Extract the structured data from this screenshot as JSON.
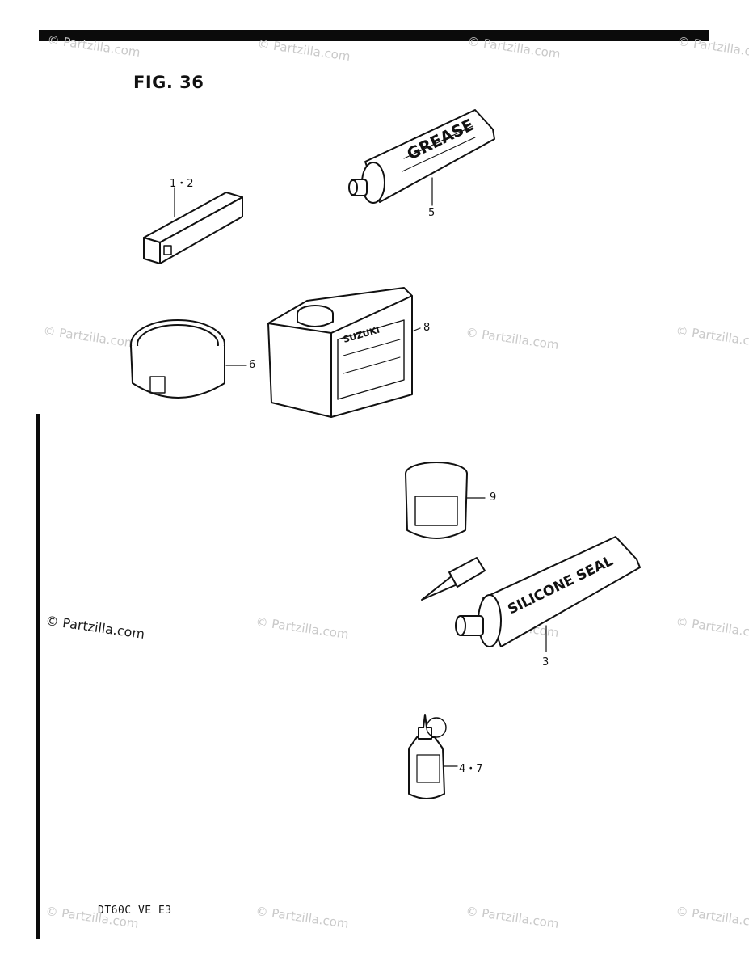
{
  "figure": {
    "title": "FIG. 36"
  },
  "footer": {
    "model_code": "DT60C VE E3"
  },
  "watermark": {
    "text": "© Partzilla.com"
  },
  "callouts": [
    {
      "ref": "1-2",
      "label": "1・2"
    },
    {
      "ref": "5",
      "label": "5"
    },
    {
      "ref": "8",
      "label": "8"
    },
    {
      "ref": "6",
      "label": "6"
    },
    {
      "ref": "9",
      "label": "9"
    },
    {
      "ref": "3",
      "label": "3"
    },
    {
      "ref": "4-7",
      "label": "4・7"
    }
  ],
  "product_text": {
    "grease_tube": "GREASE",
    "sealant_tube": "SILICONE SEAL",
    "brand": "SUZUKI"
  },
  "colors": {
    "ink": "#111111",
    "watermark": "#c9c9c9",
    "paper": "#ffffff"
  }
}
